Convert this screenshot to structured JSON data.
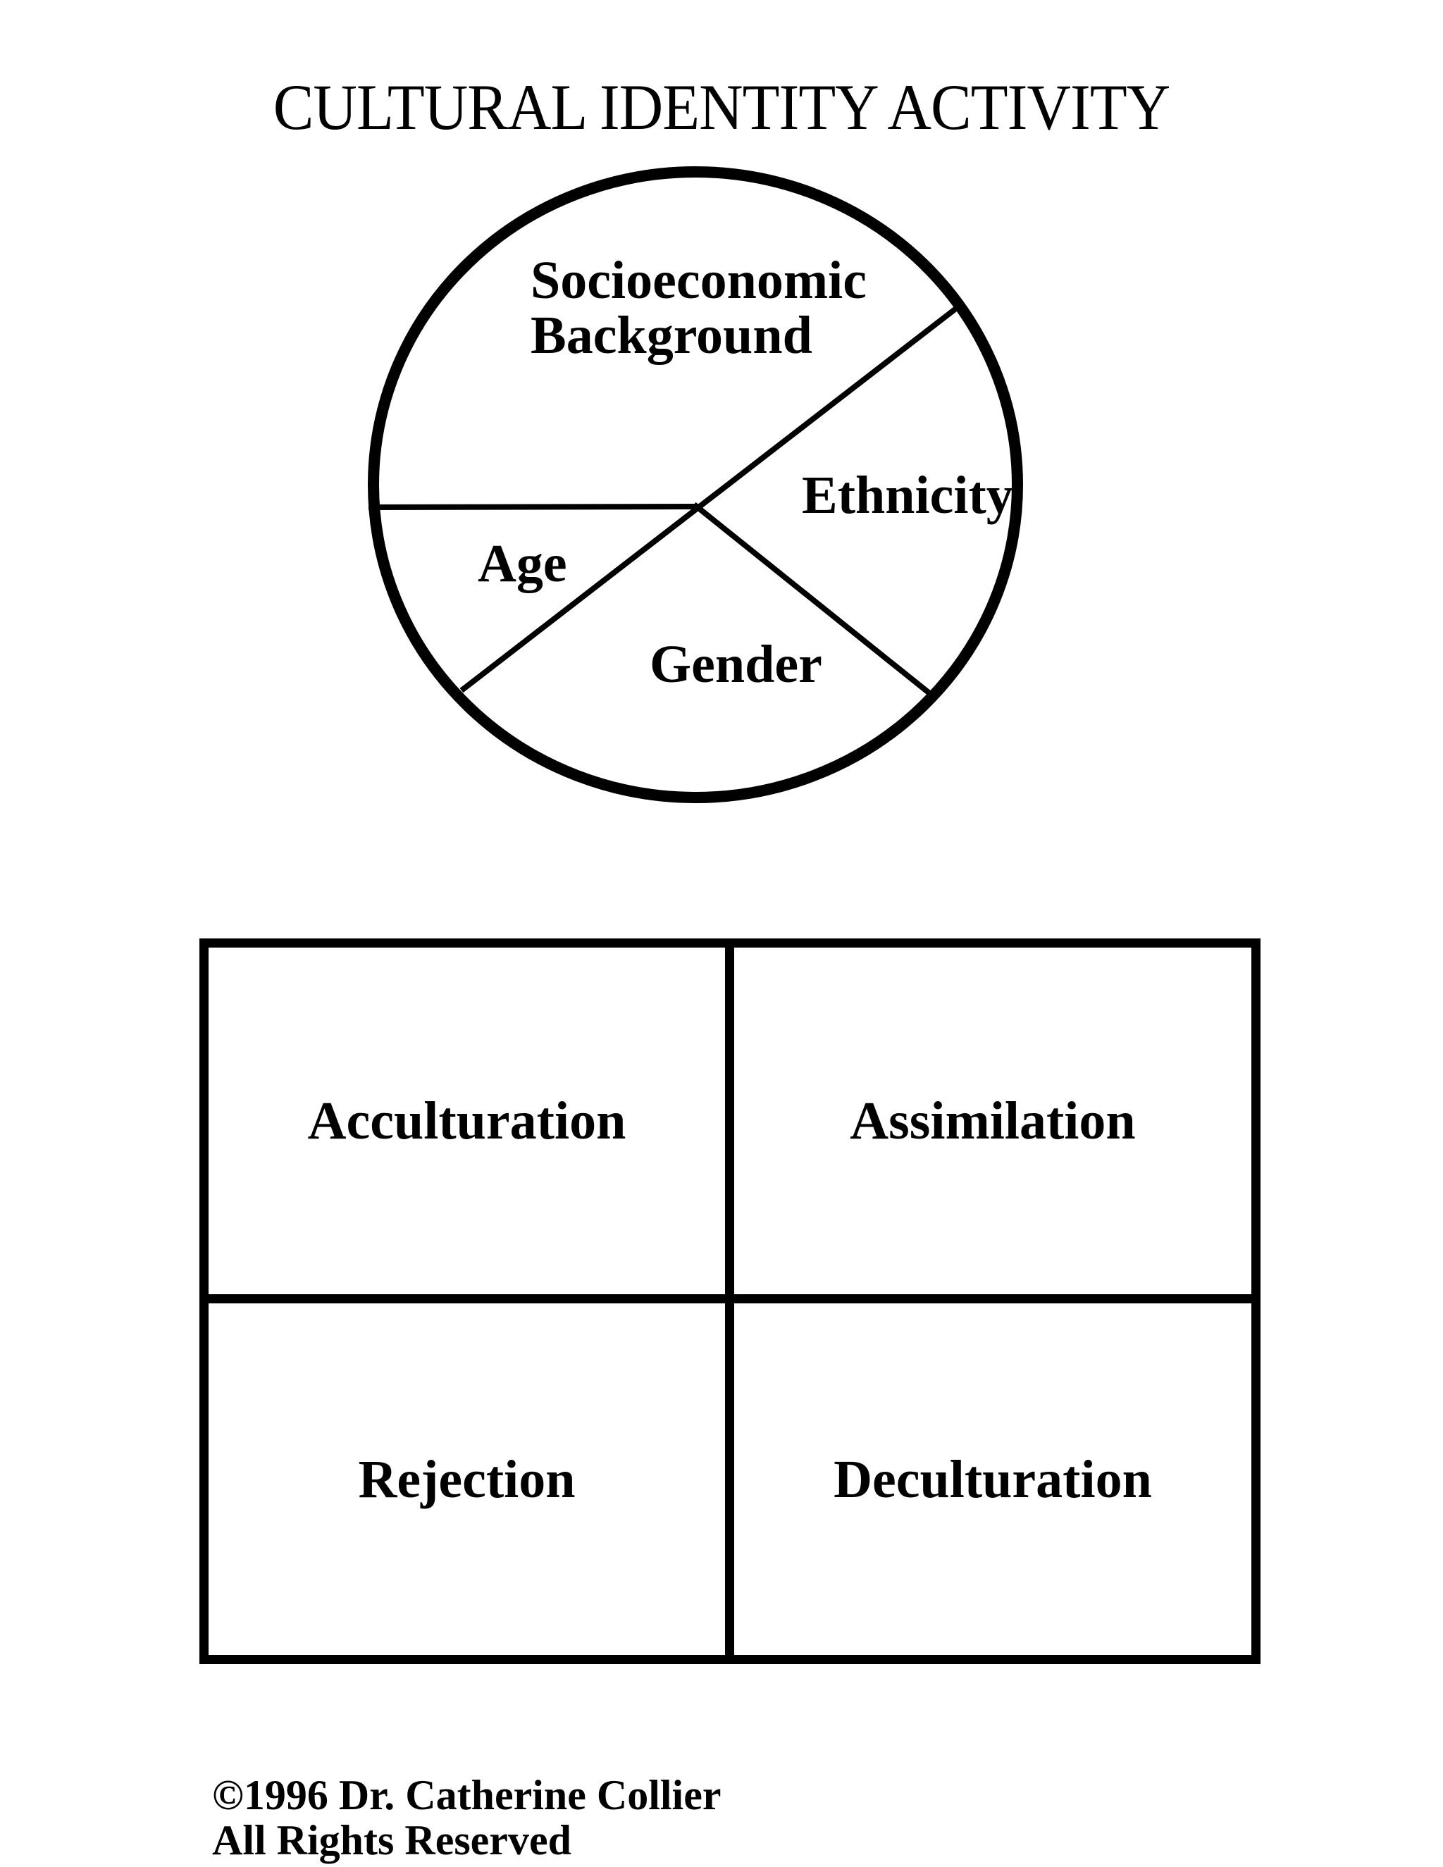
{
  "page": {
    "title": "CULTURAL IDENTITY ACTIVITY",
    "ink_color": "#000000",
    "paper_color": "#ffffff"
  },
  "pie_diagram": {
    "description": "Circle divided into four sectors",
    "sectors": [
      {
        "id": "socioeconomic-background",
        "label": "Socioeconomic\nBackground"
      },
      {
        "id": "ethnicity",
        "label": "Ethnicity"
      },
      {
        "id": "age",
        "label": "Age"
      },
      {
        "id": "gender",
        "label": "Gender"
      }
    ]
  },
  "quadrant_grid": {
    "cells": [
      {
        "id": "top-left",
        "label": "Acculturation"
      },
      {
        "id": "top-right",
        "label": "Assimilation"
      },
      {
        "id": "bottom-left",
        "label": "Rejection"
      },
      {
        "id": "bottom-right",
        "label": "Deculturation"
      }
    ]
  },
  "footer": {
    "line1": "©1996 Dr. Catherine Collier",
    "line2": "All Rights Reserved"
  }
}
